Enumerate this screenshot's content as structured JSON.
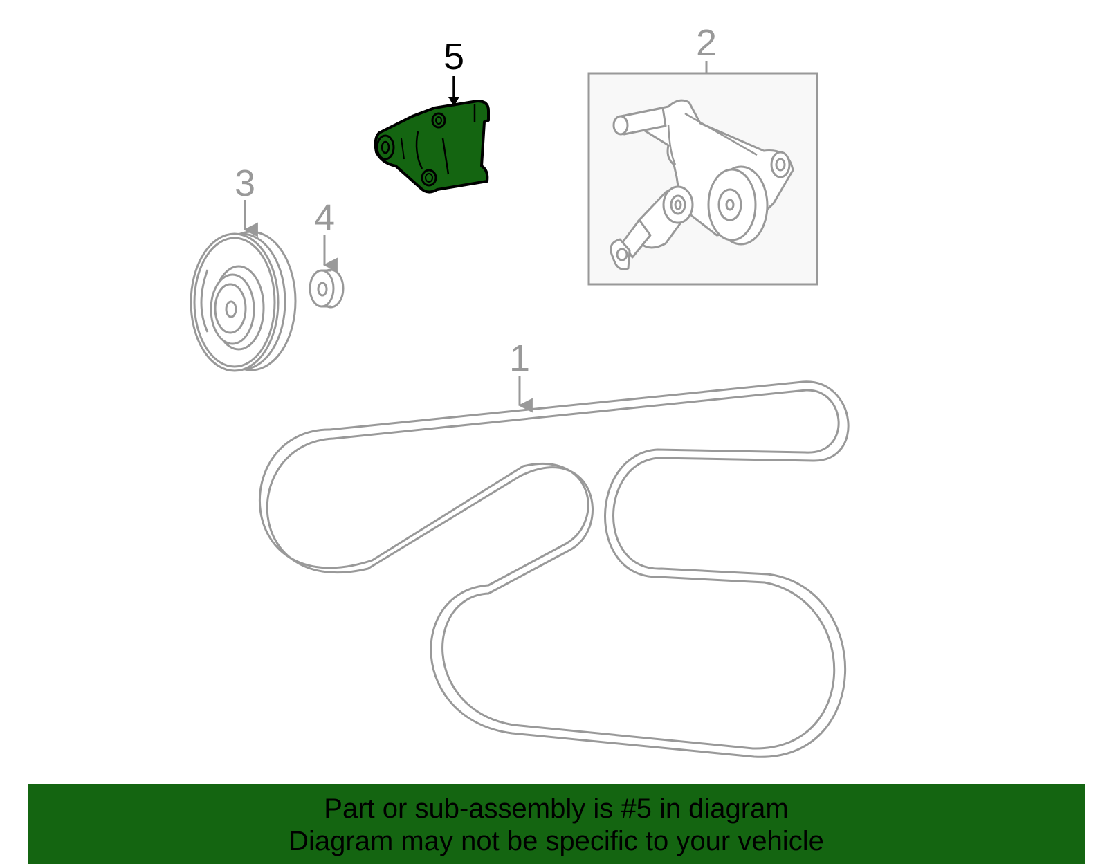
{
  "colors": {
    "highlight_fill": "#146511",
    "part_stroke": "#999999",
    "highlight_stroke": "#000000",
    "inset_box_fill": "#f8f8f8",
    "banner_background": "#146511",
    "banner_text": "#000000"
  },
  "callouts": [
    {
      "id": "1",
      "label": "1",
      "part": "serpentine-belt",
      "highlighted": false
    },
    {
      "id": "2",
      "label": "2",
      "part": "belt-tensioner-assembly",
      "highlighted": false
    },
    {
      "id": "3",
      "label": "3",
      "part": "idler-pulley",
      "highlighted": false
    },
    {
      "id": "4",
      "label": "4",
      "part": "pulley-spacer",
      "highlighted": false
    },
    {
      "id": "5",
      "label": "5",
      "part": "tensioner-bracket",
      "highlighted": true
    }
  ],
  "footer": {
    "line1": "Part or sub-assembly is #5 in diagram",
    "line2": "Diagram may not be specific to your vehicle"
  }
}
